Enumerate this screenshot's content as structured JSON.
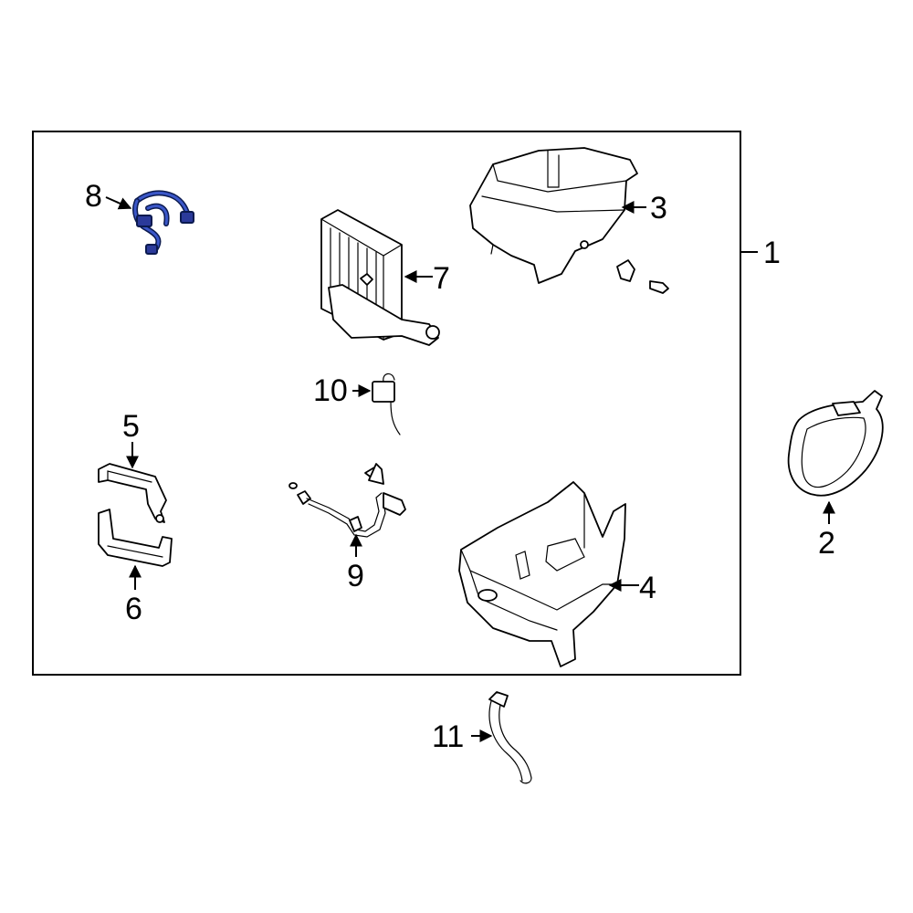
{
  "callouts": {
    "c1": "1",
    "c2": "2",
    "c3": "3",
    "c4": "4",
    "c5": "5",
    "c6": "6",
    "c7": "7",
    "c8": "8",
    "c9": "9",
    "c10": "10",
    "c11": "11"
  },
  "colors": {
    "highlight": "#2b3a9a",
    "line": "#000000",
    "background": "#ffffff"
  }
}
